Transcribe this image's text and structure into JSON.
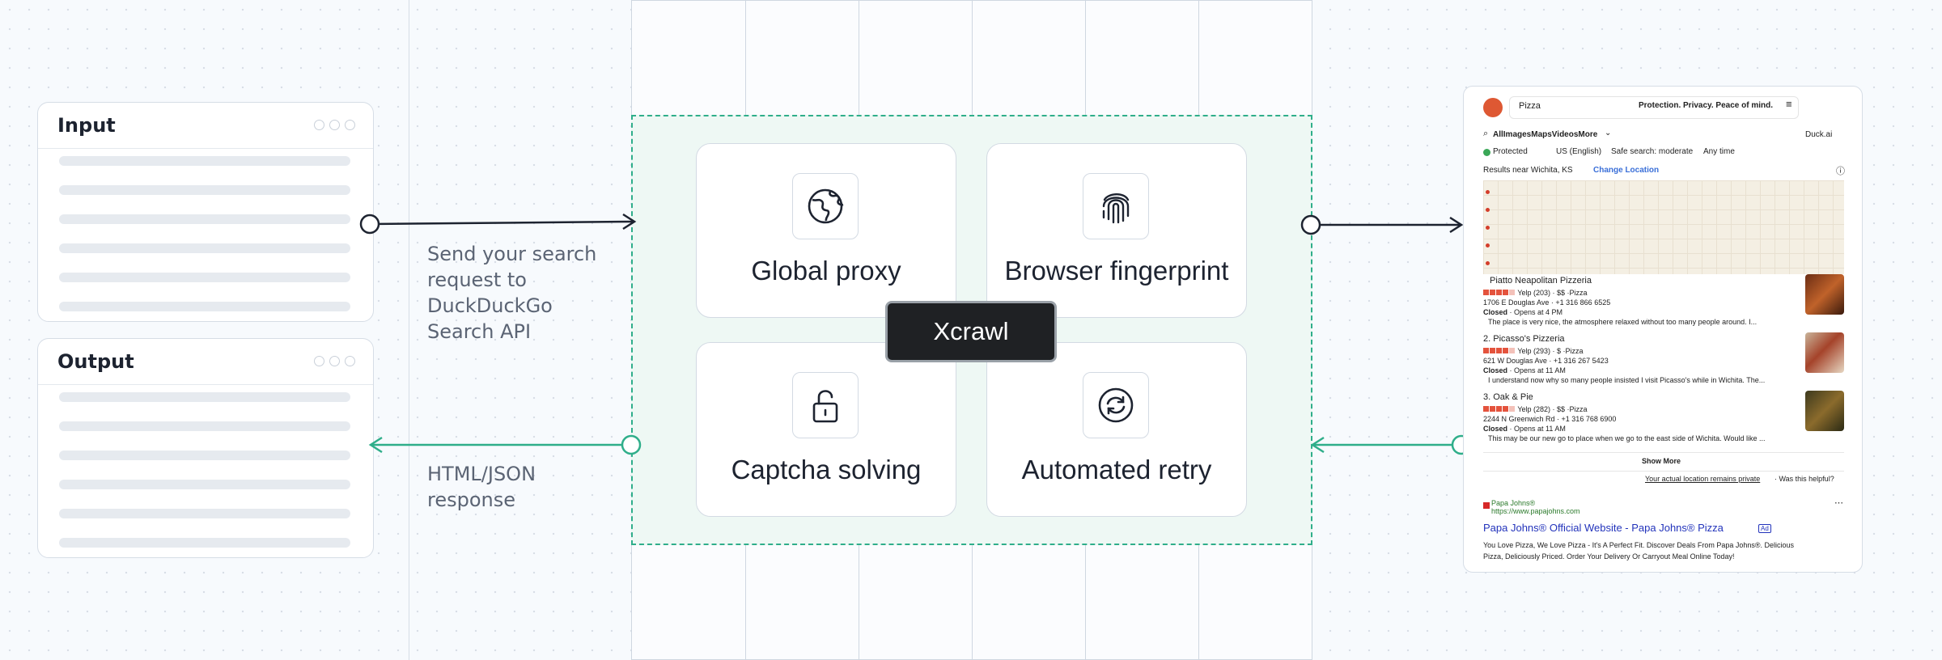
{
  "input_panel": {
    "title": "Input"
  },
  "output_panel": {
    "title": "Output"
  },
  "request_note": [
    "Send your search",
    "request to",
    "DuckDuckGo",
    "Search API"
  ],
  "response_note": [
    "HTML/JSON",
    "response"
  ],
  "features": [
    {
      "label": "Global proxy",
      "icon": "globe-icon"
    },
    {
      "label": "Browser fingerprint",
      "icon": "fingerprint-icon"
    },
    {
      "label": "Captcha solving",
      "icon": "unlock-icon"
    },
    {
      "label": "Automated retry",
      "icon": "retry-icon"
    }
  ],
  "center_label": "Xcrawl",
  "colors": {
    "accent": "#2fae8a",
    "dark": "#1f2124",
    "arrow": "#1d2330"
  },
  "search": {
    "query": "Pizza",
    "tagline": "Protection. Privacy. Peace of mind.",
    "tabs": "AllImagesMapsVideosMore",
    "duck_ai": "Duck.ai",
    "protected": "Protected",
    "region": "US (English)",
    "safe_search": "Safe search: moderate",
    "time": "Any time",
    "results_near": "Results near Wichita, KS",
    "change_location": "Change Location",
    "places": [
      {
        "name": "Piatto Neapolitan Pizzeria",
        "rating": "Yelp (203) · $$ ·Pizza",
        "addr": "1706 E Douglas Ave · +1 316 866 6525",
        "status": "Closed",
        "hours": " · Opens at 4 PM",
        "review": "The place is very nice, the atmosphere relaxed without too many people around. I..."
      },
      {
        "name": "2. Picasso's Pizzeria",
        "rating": "Yelp (293) · $ ·Pizza",
        "addr": "621 W Douglas Ave · +1 316 267 5423",
        "status": "Closed",
        "hours": " · Opens at 11 AM",
        "review": "I understand now why so many people insisted I visit Picasso's while in Wichita. The..."
      },
      {
        "name": "3. Oak & Pie",
        "rating": "Yelp (282) · $$ ·Pizza",
        "addr": "2244 N Greenwich Rd · +1 316 768 6900",
        "status": "Closed",
        "hours": " · Opens at 11 AM",
        "review": "This may be our new go to place when we go to the east side of Wichita. Would like ..."
      }
    ],
    "show_more": "Show More",
    "location_private": "Your actual location remains private",
    "helpful": " · Was this helpful?",
    "ad": {
      "brand": "Papa Johns®",
      "url": "https://www.papajohns.com",
      "title": "Papa Johns® Official Website - Papa Johns® Pizza",
      "badge": "Ad",
      "desc1": "You Love Pizza, We Love Pizza - It's A Perfect Fit. Discover Deals From Papa Johns®. Delicious",
      "desc2": "Pizza, Deliciously Priced. Order Your Delivery Or Carryout Meal Online Today!"
    }
  }
}
